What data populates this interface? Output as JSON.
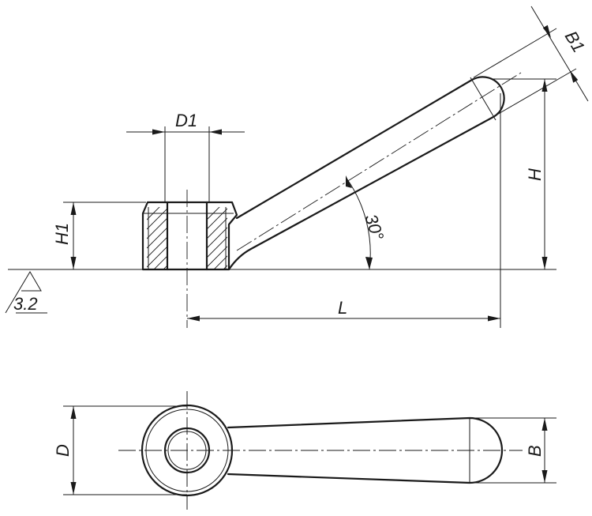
{
  "labels": {
    "d1": "D1",
    "h1": "H1",
    "h": "H",
    "l": "L",
    "b1": "B1",
    "angle": "30°",
    "roughness": "3.2",
    "d": "D",
    "b": "B"
  },
  "colors": {
    "line": "#1a1a1a",
    "background": "#ffffff"
  }
}
